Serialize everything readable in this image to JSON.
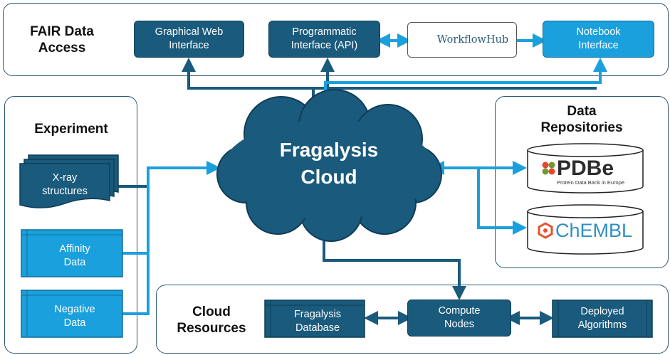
{
  "fair": {
    "title_line1": "FAIR Data",
    "title_line2": "Access",
    "graphical_line1": "Graphical Web",
    "graphical_line2": "Interface",
    "api_line1": "Programmatic",
    "api_line2": "Interface (API)",
    "workflowhub": "WorkflowHub",
    "notebook_line1": "Notebook",
    "notebook_line2": "Interface"
  },
  "experiment": {
    "title": "Experiment",
    "xray_line1": "X-ray",
    "xray_line2": "structures",
    "affinity_line1": "Affinity",
    "affinity_line2": "Data",
    "negative_line1": "Negative",
    "negative_line2": "Data"
  },
  "center": {
    "line1": "Fragalysis",
    "line2": "Cloud"
  },
  "repositories": {
    "title_line1": "Data",
    "title_line2": "Repositories",
    "pdbe": "PDBe",
    "pdbe_sub": "Protein Data Bank in Europe",
    "chembl": "ChEMBL"
  },
  "cloud_resources": {
    "title_line1": "Cloud",
    "title_line2": "Resources",
    "database_line1": "Fragalysis",
    "database_line2": "Database",
    "compute_line1": "Compute",
    "compute_line2": "Nodes",
    "algorithms_line1": "Deployed",
    "algorithms_line2": "Algorithms"
  },
  "colors": {
    "dark_blue": "#1a5a7c",
    "light_blue": "#1aa0dc",
    "outline": "#2a5673"
  }
}
